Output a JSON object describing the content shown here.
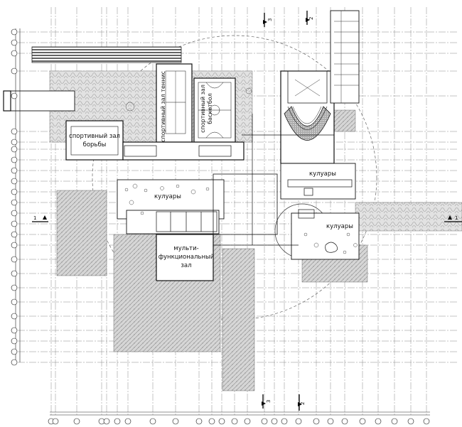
{
  "rooms": {
    "wrestling_hall_line1": "спортивный зал",
    "wrestling_hall_line2": "борьбы",
    "tennis_hall": "спортивный зал теннис",
    "basketball_hall_line1": "спортивный зал",
    "basketball_hall_line2": "баскетбол",
    "corridor_left": "кулуары",
    "corridor_top_right": "кулуары",
    "corridor_bottom_right": "кулуары",
    "multi_hall_line1": "мульти-",
    "multi_hall_line2": "функциональный",
    "multi_hall_line3": "зал"
  },
  "section_marks": {
    "s1_left": "1",
    "s1_right": "1",
    "s2_top": "2",
    "s2_bottom": "2",
    "s3_top": "3",
    "s3_bottom": "3"
  },
  "colors": {
    "line": "#222222",
    "hatch": "#bdbdbd",
    "grid": "#777777"
  }
}
